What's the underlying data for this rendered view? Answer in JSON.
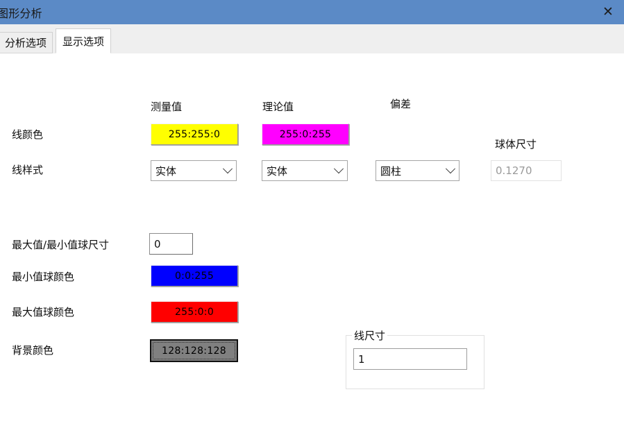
{
  "window": {
    "title": "图形分析",
    "close_icon": "close-icon",
    "close_glyph": "✕",
    "titlebar_color": "#5b8ac6"
  },
  "tabs": [
    {
      "label": "分析选项",
      "active": false
    },
    {
      "label": "显示选项",
      "active": true
    }
  ],
  "columns": {
    "measured": "测量值",
    "theoretical": "理论值",
    "deviation": "偏差"
  },
  "rows": {
    "line_color_label": "线颜色",
    "line_style_label": "线样式",
    "sphere_size_label": "球体尺寸",
    "minmax_sphere_size_label": "最大值/最小值球尺寸",
    "min_sphere_color_label": "最小值球颜色",
    "max_sphere_color_label": "最大值球颜色",
    "background_color_label": "背景颜色"
  },
  "controls": {
    "measured_line_color": {
      "value": "255:255:0",
      "swatch": "#ffff00",
      "text_color": "#000000"
    },
    "theoretical_line_color": {
      "value": "255:0:255",
      "swatch": "#ff00ff",
      "text_color": "#000000"
    },
    "measured_line_style": {
      "value": "实体"
    },
    "theoretical_line_style": {
      "value": "实体"
    },
    "deviation_style": {
      "value": "圆柱"
    },
    "sphere_size": {
      "value": "0.1270",
      "disabled": true
    },
    "minmax_sphere_size": {
      "value": "0"
    },
    "min_sphere_color": {
      "value": "0:0:255",
      "swatch": "#0000ff",
      "text_color": "#000000"
    },
    "max_sphere_color": {
      "value": "255:0:0",
      "swatch": "#ff0000",
      "text_color": "#000000"
    },
    "background_color": {
      "value": "128:128:128",
      "swatch": "#808080",
      "text_color": "#000000",
      "focused": true
    }
  },
  "line_size_group": {
    "legend": "线尺寸",
    "value": "1"
  }
}
